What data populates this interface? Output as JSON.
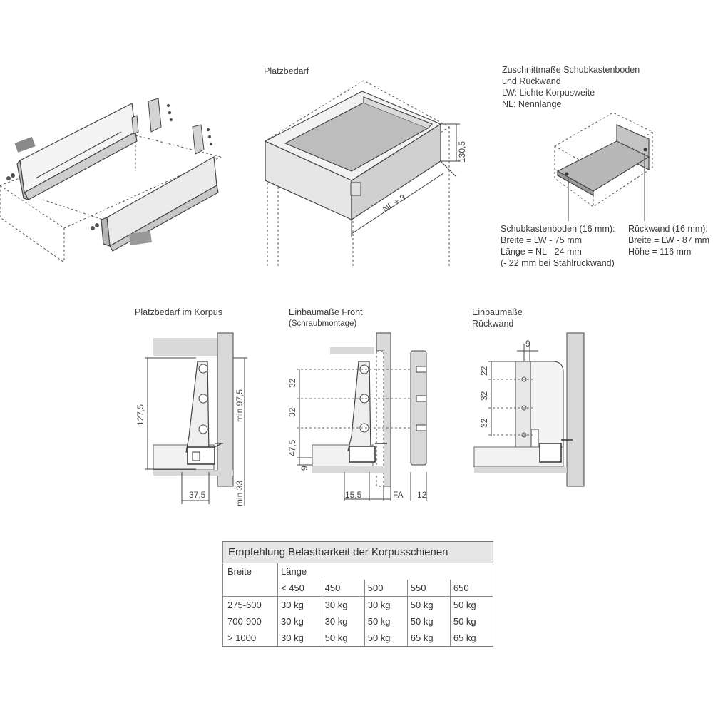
{
  "headings": {
    "platzbedarf": "Platzbedarf",
    "zuschnitt_line1": "Zuschnittmaße Schubkastenboden",
    "zuschnitt_line2": "und Rückwand",
    "zuschnitt_lw": "LW: Lichte Korpusweite",
    "zuschnitt_nl": "NL: Nennlänge",
    "platzbedarf_korpus": "Platzbedarf im Korpus",
    "einbau_front": "Einbaumaße Front",
    "einbau_front_sub": "(Schraubmontage)",
    "einbau_rueck_line1": "Einbaumaße",
    "einbau_rueck_line2": "Rückwand"
  },
  "boden": {
    "title": "Schubkastenboden (16 mm):",
    "breite": "Breite = LW - 75 mm",
    "laenge": "Länge = NL - 24 mm",
    "note": "(- 22 mm bei Stahlrückwand)"
  },
  "rueckwand": {
    "title": "Rückwand (16 mm):",
    "breite": "Breite = LW - 87 mm",
    "hoehe": "Höhe = 116 mm"
  },
  "dims": {
    "d130_5": "130,5",
    "nl3": "NL + 3",
    "d127_5": "127,5",
    "min97_5": "min 97,5",
    "d37_5": "37,5",
    "min33": "min 33",
    "d32": "32",
    "d47_5": "47,5",
    "d9": "9",
    "d15_5": "15,5",
    "fa": "FA",
    "d12": "12",
    "d22": "22"
  },
  "table": {
    "title": "Empfehlung Belastbarkeit der Korpusschienen",
    "col_breite": "Breite",
    "col_laenge": "Länge",
    "lengths": [
      "< 450",
      "450",
      "500",
      "550",
      "650"
    ],
    "rows": [
      {
        "breite": "275-600",
        "values": [
          "30 kg",
          "30 kg",
          "30 kg",
          "50 kg",
          "50 kg"
        ]
      },
      {
        "breite": "700-900",
        "values": [
          "30 kg",
          "30 kg",
          "50 kg",
          "50 kg",
          "50 kg"
        ]
      },
      {
        "breite": "> 1000",
        "values": [
          "30 kg",
          "50 kg",
          "50 kg",
          "65 kg",
          "65 kg"
        ]
      }
    ]
  }
}
